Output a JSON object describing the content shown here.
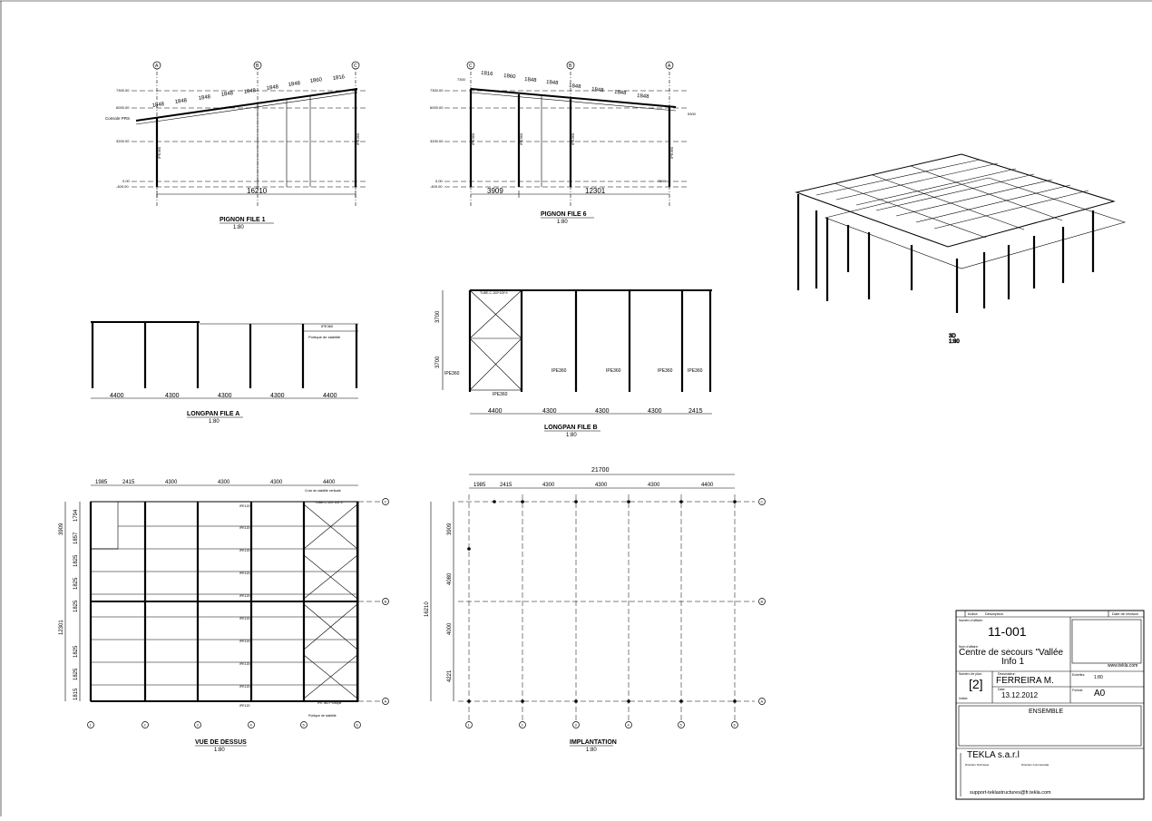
{
  "sheet": {
    "views": {
      "pignon_file_1": {
        "title": "PIGNON FILE 1",
        "scale": "1:80",
        "axes": [
          "A",
          "B",
          "C"
        ],
        "segments": [
          "1848",
          "1848",
          "1848",
          "1848",
          "1848",
          "1848",
          "1848",
          "1860",
          "1816"
        ],
        "levels": [
          "7300.00",
          "6000.00",
          "3200.00",
          "0.00",
          "-400.00"
        ],
        "console_label": "Console PRS",
        "overall": "16210",
        "members": [
          "IPE360",
          "IPE360"
        ]
      },
      "pignon_file_6": {
        "title": "PIGNON FILE 6",
        "scale": "1:80",
        "axes": [
          "C",
          "B",
          "A"
        ],
        "segments": [
          "1816",
          "1860",
          "1848",
          "1848",
          "1848",
          "1848",
          "1848",
          "1848"
        ],
        "levels": [
          "7300.00",
          "6000.00",
          "3200.00",
          "0.00",
          "-400.00"
        ],
        "top_marks": [
          "7300",
          "5300",
          "7500"
        ],
        "dims": [
          "3909",
          "12301"
        ],
        "members": [
          "IPE360",
          "IPE360",
          "IPE360",
          "IPE360"
        ]
      },
      "longpan_file_a": {
        "title": "LONGPAN FILE A",
        "scale": "1:80",
        "dims": [
          "4400",
          "4300",
          "4300",
          "4300",
          "4400"
        ],
        "labels": [
          "IPE360",
          "Portique de stabilité"
        ]
      },
      "longpan_file_b": {
        "title": "LONGPAN FILE B",
        "scale": "1:80",
        "dims": [
          "4400",
          "4300",
          "4300",
          "4300",
          "2415"
        ],
        "heights": [
          "3700",
          "3700"
        ],
        "members": [
          "IPE360",
          "IPE360",
          "IPE360",
          "IPE360",
          "IPE360",
          "IPE360"
        ],
        "brace": "TUBE-C-100*100*4"
      },
      "vue_de_dessus": {
        "title": "VUE DE DESSUS",
        "scale": "1:80",
        "top_dims": [
          "1985",
          "2415",
          "4300",
          "4300",
          "4300",
          "4400"
        ],
        "left_dims": [
          "3909",
          "1794",
          "1857",
          "1825",
          "1825",
          "1825",
          "1825",
          "1825",
          "1815"
        ],
        "total": "12301",
        "labels": [
          "Croix de stabilité verticale",
          "TUBE-C-100*100*4",
          "IPE 360 Portique",
          "Portique de stabilité"
        ],
        "purlins": "IPE120",
        "axes_bottom": [
          "1",
          "2",
          "3",
          "4",
          "5",
          "6"
        ],
        "axes_right": [
          "C",
          "B",
          "A"
        ]
      },
      "implantation": {
        "title": "IMPLANTATION",
        "scale": "1:80",
        "total": "21700",
        "top_dims": [
          "1985",
          "2415",
          "4300",
          "4300",
          "4300",
          "4400"
        ],
        "left_dims": [
          "3909",
          "4080",
          "4000",
          "4221"
        ],
        "left_total": "16210",
        "axes_bottom": [
          "1",
          "2",
          "3",
          "4",
          "5",
          "6"
        ],
        "axes_right": [
          "C",
          "B",
          "A"
        ]
      },
      "view_3d": {
        "title": "3D",
        "scale": "1:80"
      }
    },
    "title_block": {
      "col_indice": "Indice",
      "col_description": "Description",
      "col_date_revision": "Date de révision",
      "label_numero_affaire": "Numéro d'affaire:",
      "numero_affaire": "11-001",
      "label_nom_affaire": "Nom d'affaire:",
      "nom_affaire_1": "Centre de secours \"Vallée",
      "nom_affaire_2": "Info 1",
      "website": "www.tekla.com",
      "label_numero_plan": "Numéro de plan:",
      "numero_plan": "[2]",
      "label_dessinateur": "Dessinateur:",
      "dessinateur": "FERREIRA M.",
      "label_echelles": "Echelles:",
      "echelles": "1:80",
      "label_indice": "Indice:",
      "label_date": "Date:",
      "date": "13.12.2012",
      "label_format": "Format:",
      "format": "A0",
      "plan_title": "ENSEMBLE",
      "company": "TEKLA s.a.r.l",
      "direction_technique": "Direction Technique",
      "direction_commerciale": "Direction Commerciale",
      "email": "support-teklastructures@fr.tekla.com"
    }
  }
}
